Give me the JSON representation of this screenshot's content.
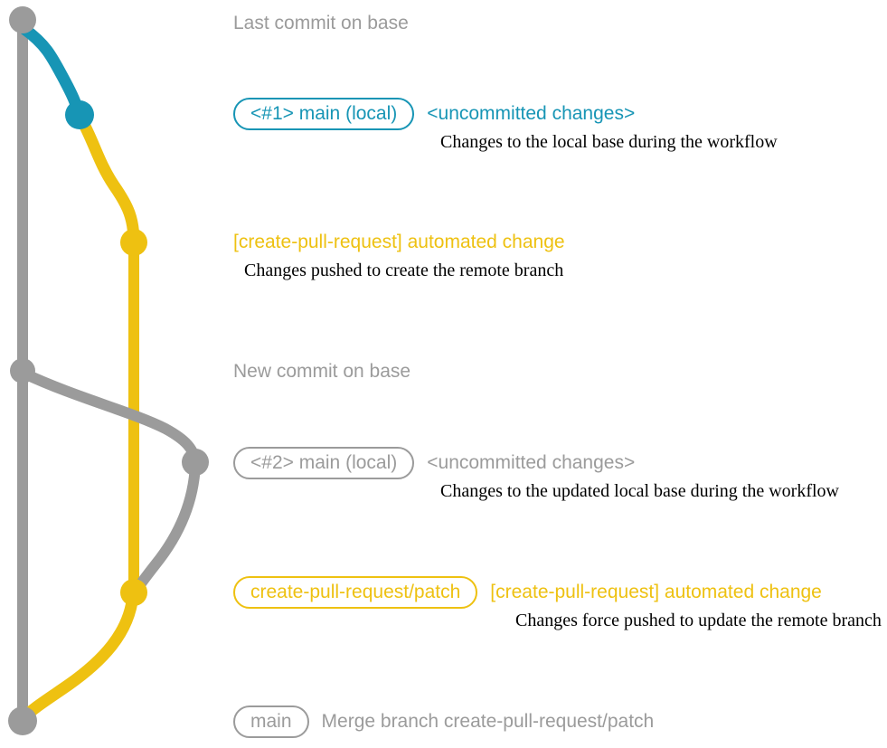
{
  "colors": {
    "gray": "#9b9b9b",
    "blue": "#1795b5",
    "yellow": "#eec111",
    "caption": "#000000"
  },
  "graph": {
    "branches": [
      {
        "name": "base",
        "color_key": "gray"
      },
      {
        "name": "main (local)",
        "color_key": "blue"
      },
      {
        "name": "create-pull-request/patch",
        "color_key": "yellow"
      }
    ],
    "nodes": [
      {
        "name": "last-commit-on-base",
        "branch": "base"
      },
      {
        "name": "local-main-commit-1",
        "branch": "main (local)"
      },
      {
        "name": "automated-change-commit-1",
        "branch": "create-pull-request/patch"
      },
      {
        "name": "new-commit-on-base",
        "branch": "base"
      },
      {
        "name": "local-main-commit-2",
        "branch": "main (local)"
      },
      {
        "name": "automated-change-commit-2",
        "branch": "create-pull-request/patch"
      },
      {
        "name": "merge-commit",
        "branch": "base"
      }
    ]
  },
  "rows": [
    {
      "label": "Last commit on base"
    },
    {
      "badge": "<#1> main (local)",
      "title": "<uncommitted changes>",
      "caption": "Changes to the local base during the workflow"
    },
    {
      "title": "[create-pull-request] automated change",
      "caption": "Changes pushed to create the remote branch"
    },
    {
      "label": "New commit on base"
    },
    {
      "badge": "<#2> main (local)",
      "title": "<uncommitted changes>",
      "caption": "Changes to the updated local base during the workflow"
    },
    {
      "badge": "create-pull-request/patch",
      "title": "[create-pull-request] automated change",
      "caption": "Changes force pushed to update the remote branch"
    },
    {
      "badge": "main",
      "title": "Merge branch create-pull-request/patch"
    }
  ]
}
